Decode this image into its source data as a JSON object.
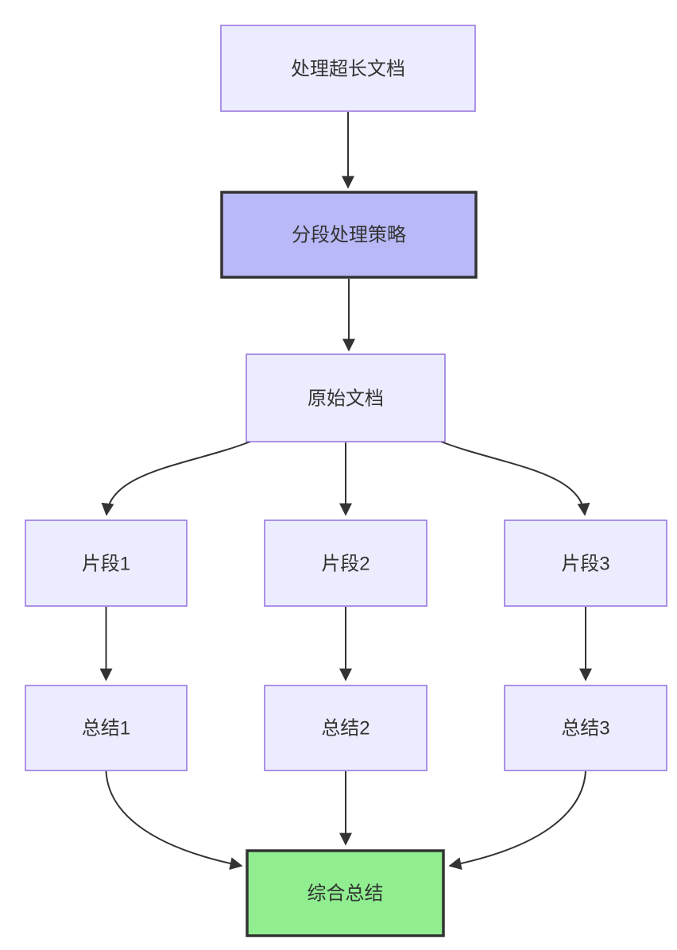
{
  "diagram": {
    "type": "flowchart",
    "direction": "top-down",
    "nodes": [
      {
        "id": "A",
        "label": "处理超长文档",
        "style": "default"
      },
      {
        "id": "B",
        "label": "分段处理策略",
        "style": "emphasis"
      },
      {
        "id": "C",
        "label": "原始文档",
        "style": "default"
      },
      {
        "id": "D",
        "label": "片段1",
        "style": "default"
      },
      {
        "id": "E",
        "label": "片段2",
        "style": "default"
      },
      {
        "id": "F",
        "label": "片段3",
        "style": "default"
      },
      {
        "id": "G",
        "label": "总结1",
        "style": "default"
      },
      {
        "id": "H",
        "label": "总结2",
        "style": "default"
      },
      {
        "id": "I",
        "label": "总结3",
        "style": "default"
      },
      {
        "id": "J",
        "label": "综合总结",
        "style": "success"
      }
    ],
    "edges": [
      {
        "from": "处理超长文档",
        "to": "分段处理策略"
      },
      {
        "from": "分段处理策略",
        "to": "原始文档"
      },
      {
        "from": "原始文档",
        "to": "片段1"
      },
      {
        "from": "原始文档",
        "to": "片段2"
      },
      {
        "from": "原始文档",
        "to": "片段3"
      },
      {
        "from": "片段1",
        "to": "总结1"
      },
      {
        "from": "片段2",
        "to": "总结2"
      },
      {
        "from": "片段3",
        "to": "总结3"
      },
      {
        "from": "总结1",
        "to": "综合总结"
      },
      {
        "from": "总结2",
        "to": "综合总结"
      },
      {
        "from": "总结3",
        "to": "综合总结"
      }
    ],
    "colors": {
      "node_fill": "#ECECFF",
      "node_border": "#9370DB",
      "emphasis_fill": "#b9b9f8",
      "emphasis_border": "#333333",
      "success_fill": "#90EE90",
      "success_border": "#333333",
      "edge": "#333333",
      "text": "#333333",
      "background": "#ffffff"
    }
  }
}
